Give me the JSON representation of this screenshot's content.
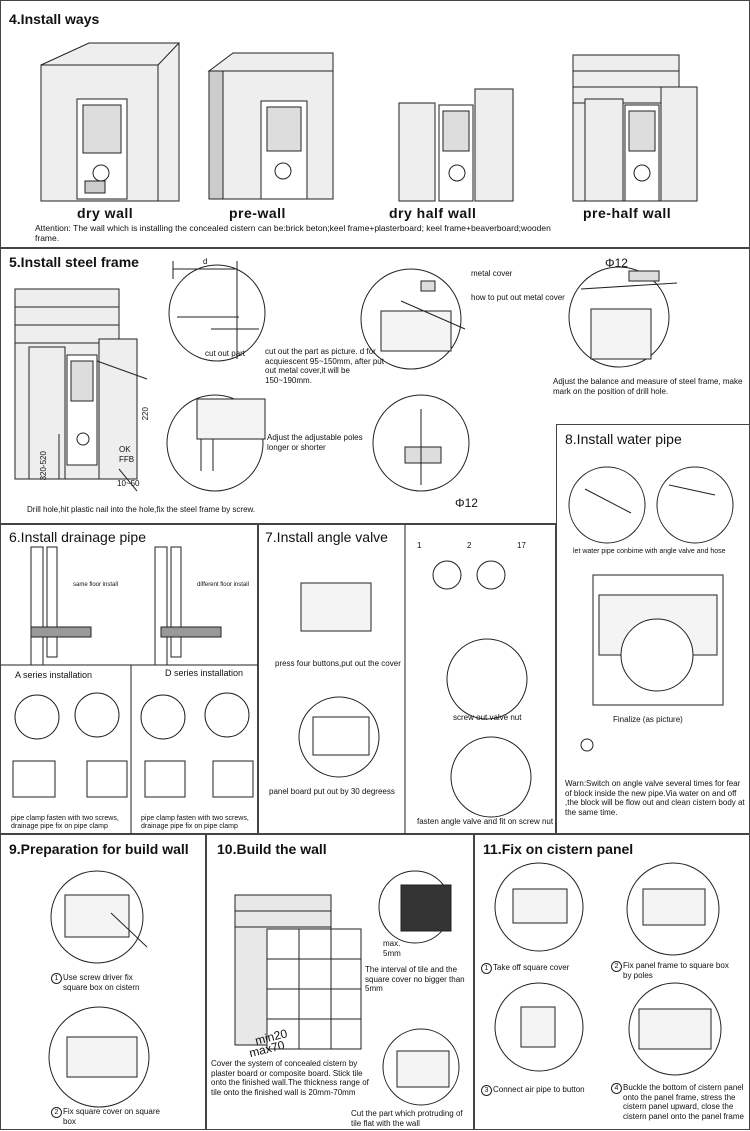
{
  "s4": {
    "title": "4.Install ways",
    "labels": [
      "dry wall",
      "pre-wall",
      "dry half wall",
      "pre-half wall"
    ],
    "attention": "Attention: The wall which is installing the concealed cistern can be:brick beton;keel frame+plasterboard; keel frame+beaverboard;wooden frame."
  },
  "s5": {
    "title": "5.Install steel frame",
    "d_label": "d",
    "cut_out_part": "cut out part",
    "cut_desc": "cut out the part as picture. d for acquiescent 95~150mm, after put out metal cover,it will be 150~190mm.",
    "metal_cover": "metal cover",
    "how_metal_cover": "how to put out metal cover",
    "phi12": "Φ12",
    "adjust_balance": "Adjust the balance and measure of steel frame, make mark on the position of drill hole.",
    "adjust_poles": "Adjust the adjustable poles longer or shorter",
    "dim_220": "220",
    "dim_320": "320-520",
    "dim_1050": "10~50",
    "ok_ffb": "OK FFB",
    "drill": "Drill hole,hit plastic nail into the hole,fix the steel frame by screw."
  },
  "s6": {
    "title": "6.Install drainage pipe",
    "same_floor": "same floor install",
    "different_floor": "different floor install",
    "a_series": "A series installation",
    "d_series": "D series installation",
    "pipe_clamp_a": "pipe clamp fasten with two screws, drainage pipe fix on pipe clamp",
    "pipe_clamp_d": "pipe clamp fasten with two screws, drainage pipe fix on pipe clamp"
  },
  "s7": {
    "title": "7.Install angle valve",
    "press_four": "press four buttons,put out the cover",
    "panel_board": "panel board put out by 30 degreess",
    "screw_out": "screw out valve nut",
    "fasten": "fasten angle valve and fit on screw nut",
    "steps": [
      "1",
      "2",
      "17"
    ]
  },
  "s8": {
    "title": "8.Install water pipe",
    "let_water": "let water pipe conbime with angle valve and hose",
    "finalize": "Finalize (as picture)",
    "warn": "Warn:Switch on angle valve several times for fear of block inside the new pipe.Via water on and off ,the block will be flow out and clean cistern body at the same time."
  },
  "s9": {
    "title": "9.Preparation for build wall",
    "step1": "Use screw driver fix square box on cistern",
    "step2": "Fix square cover on square box",
    "n1": "1",
    "n2": "2"
  },
  "s10": {
    "title": "10.Build the wall",
    "max5": "max. 5mm",
    "interval": "The interval of tile and the square cover no bigger than 5mm",
    "min20": "min20",
    "max70": "max70",
    "cover_system": "Cover the system of concealed cistern by plaster board or composite board. Stick tile onto the finished wall.The thickness range of tile onto the finished wall is 20mm-70mm",
    "cut_part": "Cut the part which protruding of tile flat with the wall"
  },
  "s11": {
    "title": "11.Fix on cistern panel",
    "step1": "Take off square cover",
    "step2": "Fix panel frame to square box by poles",
    "step3": "Connect air pipe to button",
    "step4": "Buckle the bottom of cistern panel onto the panel frame, stress the cistern panel upward, close the cistern panel onto the panel frame",
    "n1": "1",
    "n2": "2",
    "n3": "3",
    "n4": "4"
  }
}
